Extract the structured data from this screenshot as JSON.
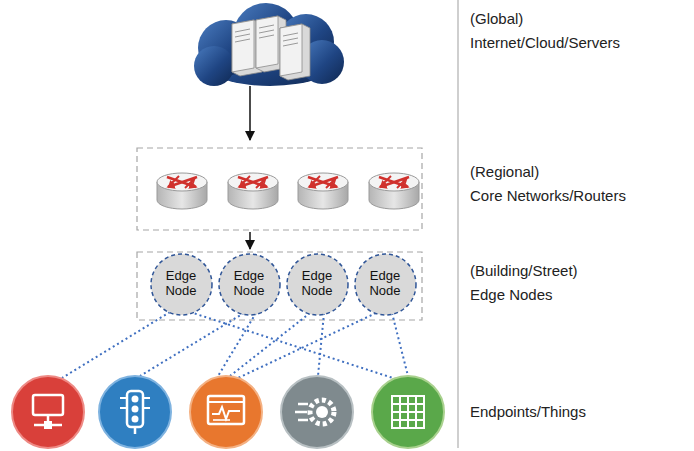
{
  "diagram": {
    "nodes": [
      {
        "text": [
          "Edge Node"
        ]
      },
      {
        "text": [
          "Edge Node"
        ]
      },
      {
        "text": [
          "Edge Node"
        ]
      },
      {
        "text": [
          "Edge Node"
        ]
      }
    ],
    "labels": [
      "(Global)",
      "Internet/Cloud/Servers",
      "(Regional)",
      "Core Networks/Routers",
      "(Building/Street)",
      "Edge Nodes",
      "Endpoints/Things"
    ]
  }
}
